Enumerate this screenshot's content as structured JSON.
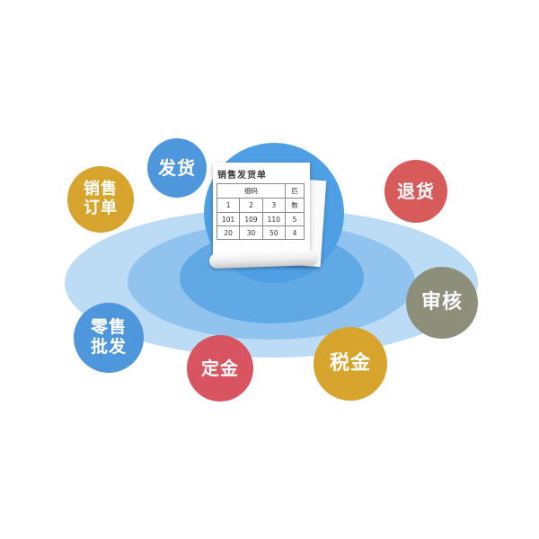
{
  "diagram": {
    "colors": {
      "ripple_outer": "#bcdcf5",
      "ripple_mid": "#90c4ee",
      "ripple_inner": "#60a9e5",
      "center_circle": "#4f9fe4",
      "blue_bubble": "#4e97dc",
      "gold_bubble": "#d7a42d",
      "red_bubble": "#d85b5b",
      "gray_bubble": "#8e8f7a"
    },
    "bubbles": [
      {
        "id": "fahuo",
        "label": "发货",
        "color": "#4e97dc"
      },
      {
        "id": "xiaoshou",
        "label": "销售订单",
        "line1": "销售",
        "line2": "订单",
        "color": "#d7a42d"
      },
      {
        "id": "tuihuo",
        "label": "退货",
        "color": "#d85b5b"
      },
      {
        "id": "shenhe",
        "label": "审核",
        "color": "#8e8f7a"
      },
      {
        "id": "lingshou",
        "label": "零售批发",
        "line1": "零售",
        "line2": "批发",
        "color": "#4e97dc"
      },
      {
        "id": "dingjin",
        "label": "定金",
        "color": "#d85460"
      },
      {
        "id": "shuijin",
        "label": "税金",
        "color": "#d7a42d"
      }
    ],
    "document": {
      "title": "销售发货单",
      "table": {
        "size_header": "细码",
        "count_header": "匹数",
        "count_header_top": "匹",
        "count_header_bottom": "数",
        "rows": [
          [
            "1",
            "2",
            "3"
          ],
          [
            "101",
            "109",
            "110"
          ],
          [
            "20",
            "30",
            "50"
          ]
        ],
        "counts": [
          "5",
          "4"
        ]
      }
    }
  }
}
